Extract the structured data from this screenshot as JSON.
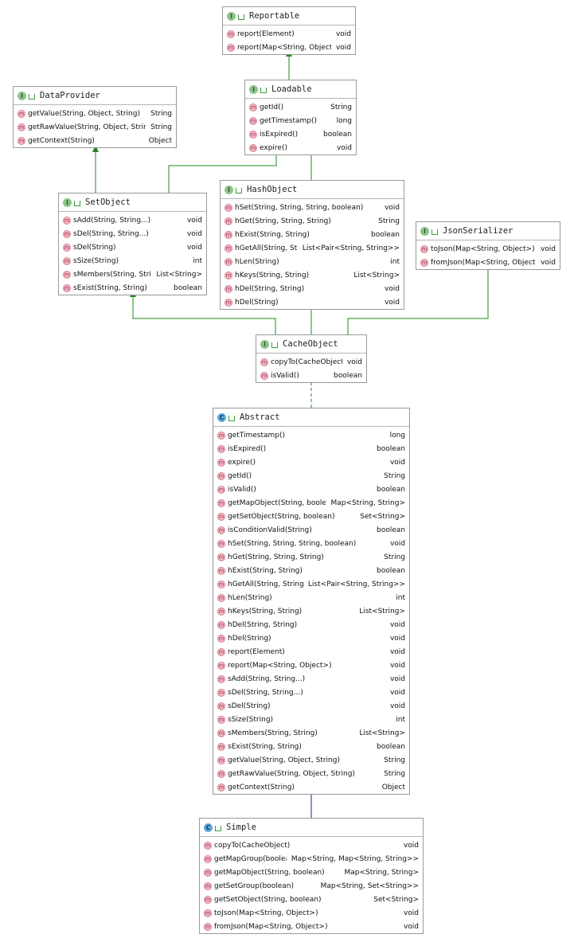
{
  "colors": {
    "implements": "#1f8a1f",
    "extends": "#1a237e",
    "border": "#9a9a9a",
    "interface_badge": "#8ec48c",
    "class_badge": "#5fa8d8",
    "method_icon": "#f2b8c3"
  },
  "classes": {
    "reportable": {
      "name": "Reportable",
      "kind": "I",
      "methods": [
        {
          "sig": "report(Element)",
          "ret": "void"
        },
        {
          "sig": "report(Map<String, Object>)",
          "ret": "void"
        }
      ]
    },
    "dataprovider": {
      "name": "DataProvider",
      "kind": "I",
      "methods": [
        {
          "sig": "getValue(String, Object, String)",
          "ret": "String"
        },
        {
          "sig": "getRawValue(String, Object, String)",
          "ret": "String"
        },
        {
          "sig": "getContext(String)",
          "ret": "Object"
        }
      ]
    },
    "loadable": {
      "name": "Loadable",
      "kind": "I",
      "methods": [
        {
          "sig": "getId()",
          "ret": "String"
        },
        {
          "sig": "getTimestamp()",
          "ret": "long"
        },
        {
          "sig": "isExpired()",
          "ret": "boolean"
        },
        {
          "sig": "expire()",
          "ret": "void"
        }
      ]
    },
    "setobject": {
      "name": "SetObject",
      "kind": "I",
      "methods": [
        {
          "sig": "sAdd(String, String...)",
          "ret": "void"
        },
        {
          "sig": "sDel(String, String...)",
          "ret": "void"
        },
        {
          "sig": "sDel(String)",
          "ret": "void"
        },
        {
          "sig": "sSize(String)",
          "ret": "int"
        },
        {
          "sig": "sMembers(String, String)",
          "ret": "List<String>"
        },
        {
          "sig": "sExist(String, String)",
          "ret": "boolean"
        }
      ]
    },
    "hashobject": {
      "name": "HashObject",
      "kind": "I",
      "methods": [
        {
          "sig": "hSet(String, String, String, boolean)",
          "ret": "void"
        },
        {
          "sig": "hGet(String, String, String)",
          "ret": "String"
        },
        {
          "sig": "hExist(String, String)",
          "ret": "boolean"
        },
        {
          "sig": "hGetAll(String, String)",
          "ret": "List<Pair<String, String>>"
        },
        {
          "sig": "hLen(String)",
          "ret": "int"
        },
        {
          "sig": "hKeys(String, String)",
          "ret": "List<String>"
        },
        {
          "sig": "hDel(String, String)",
          "ret": "void"
        },
        {
          "sig": "hDel(String)",
          "ret": "void"
        }
      ]
    },
    "jsonserializer": {
      "name": "JsonSerializer",
      "kind": "I",
      "methods": [
        {
          "sig": "toJson(Map<String, Object>)",
          "ret": "void"
        },
        {
          "sig": "fromJson(Map<String, Object>)",
          "ret": "void"
        }
      ]
    },
    "cacheobject": {
      "name": "CacheObject",
      "kind": "I",
      "methods": [
        {
          "sig": "copyTo(CacheObject)",
          "ret": "void"
        },
        {
          "sig": "isValid()",
          "ret": "boolean"
        }
      ]
    },
    "abstract": {
      "name": "Abstract",
      "kind": "C",
      "methods": [
        {
          "sig": "getTimestamp()",
          "ret": "long"
        },
        {
          "sig": "isExpired()",
          "ret": "boolean"
        },
        {
          "sig": "expire()",
          "ret": "void"
        },
        {
          "sig": "getId()",
          "ret": "String"
        },
        {
          "sig": "isValid()",
          "ret": "boolean"
        },
        {
          "sig": "getMapObject(String, boolean)",
          "ret": "Map<String, String>"
        },
        {
          "sig": "getSetObject(String, boolean)",
          "ret": "Set<String>"
        },
        {
          "sig": "isConditionValid(String)",
          "ret": "boolean"
        },
        {
          "sig": "hSet(String, String, String, boolean)",
          "ret": "void"
        },
        {
          "sig": "hGet(String, String, String)",
          "ret": "String"
        },
        {
          "sig": "hExist(String, String)",
          "ret": "boolean"
        },
        {
          "sig": "hGetAll(String, String)",
          "ret": "List<Pair<String, String>>"
        },
        {
          "sig": "hLen(String)",
          "ret": "int"
        },
        {
          "sig": "hKeys(String, String)",
          "ret": "List<String>"
        },
        {
          "sig": "hDel(String, String)",
          "ret": "void"
        },
        {
          "sig": "hDel(String)",
          "ret": "void"
        },
        {
          "sig": "report(Element)",
          "ret": "void"
        },
        {
          "sig": "report(Map<String, Object>)",
          "ret": "void"
        },
        {
          "sig": "sAdd(String, String...)",
          "ret": "void"
        },
        {
          "sig": "sDel(String, String...)",
          "ret": "void"
        },
        {
          "sig": "sDel(String)",
          "ret": "void"
        },
        {
          "sig": "sSize(String)",
          "ret": "int"
        },
        {
          "sig": "sMembers(String, String)",
          "ret": "List<String>"
        },
        {
          "sig": "sExist(String, String)",
          "ret": "boolean"
        },
        {
          "sig": "getValue(String, Object, String)",
          "ret": "String"
        },
        {
          "sig": "getRawValue(String, Object, String)",
          "ret": "String"
        },
        {
          "sig": "getContext(String)",
          "ret": "Object"
        }
      ]
    },
    "simple": {
      "name": "Simple",
      "kind": "C",
      "methods": [
        {
          "sig": "copyTo(CacheObject)",
          "ret": "void"
        },
        {
          "sig": "getMapGroup(boolean)",
          "ret": "Map<String, Map<String, String>>"
        },
        {
          "sig": "getMapObject(String, boolean)",
          "ret": "Map<String, String>"
        },
        {
          "sig": "getSetGroup(boolean)",
          "ret": "Map<String, Set<String>>"
        },
        {
          "sig": "getSetObject(String, boolean)",
          "ret": "Set<String>"
        },
        {
          "sig": "toJson(Map<String, Object>)",
          "ret": "void"
        },
        {
          "sig": "fromJson(Map<String, Object>)",
          "ret": "void"
        }
      ]
    }
  }
}
